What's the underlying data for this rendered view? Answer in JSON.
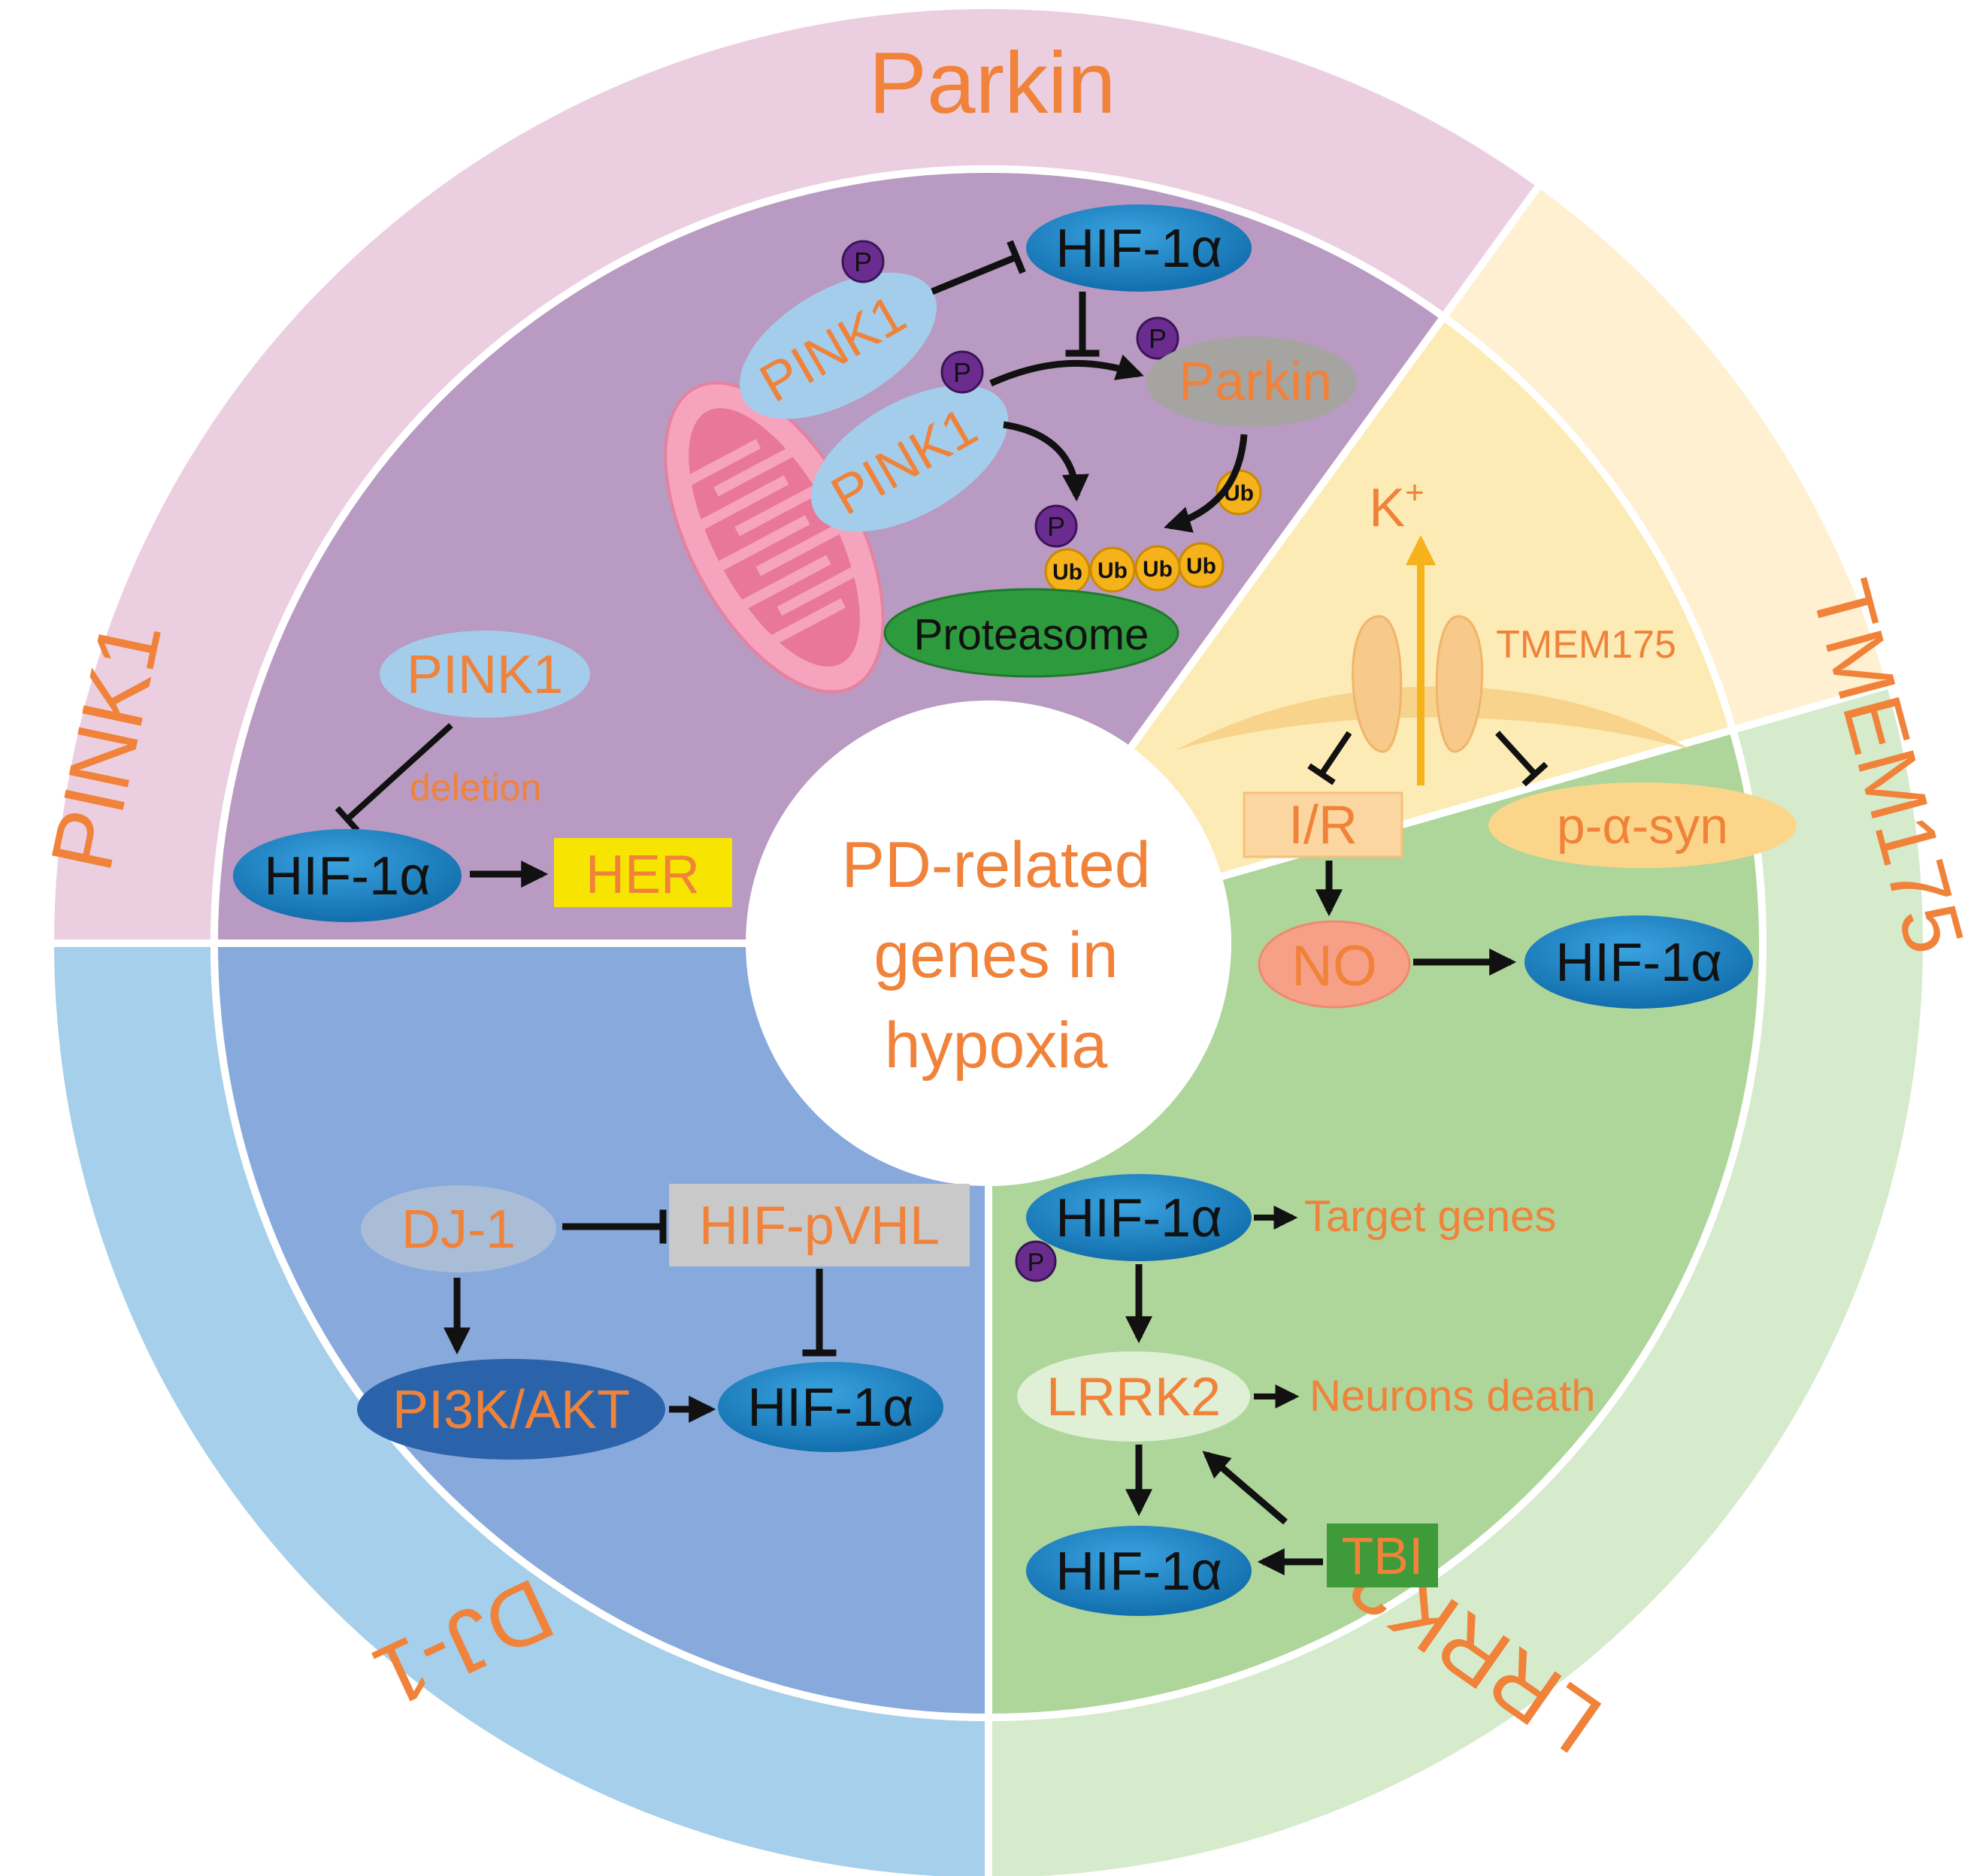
{
  "center": {
    "line1": "PD-related",
    "line2": "genes in",
    "line3": "hypoxia"
  },
  "outer_labels": {
    "parkin": "Parkin",
    "tmem175": "TMEM175",
    "lrrk2": "LRRK2",
    "dj1": "DJ-1",
    "pink1": "PINK1"
  },
  "parkin_panel": {
    "hif": "HIF-1α",
    "pink1_a": "PINK1",
    "pink1_b": "PINK1",
    "parkin": "Parkin",
    "p": "P",
    "ub": "Ub",
    "proteasome": "Proteasome"
  },
  "tmem175_panel": {
    "k": "K",
    "k_sup": "+",
    "channel": "TMEM175",
    "ir": "I/R",
    "syn": "p-α-syn",
    "no": "NO",
    "hif": "HIF-1α"
  },
  "lrrk2_panel": {
    "hif_top": "HIF-1α",
    "p": "P",
    "target": "Target genes",
    "lrrk2": "LRRK2",
    "death": "Neurons death",
    "hif_bottom": "HIF-1α",
    "tbi": "TBI"
  },
  "dj1_panel": {
    "dj1": "DJ-1",
    "pvhl": "HIF-pVHL",
    "pi3k": "PI3K/AKT",
    "hif": "HIF-1α"
  },
  "pink1_panel": {
    "pink1": "PINK1",
    "deletion": "deletion",
    "hif": "HIF-1α",
    "her": "HER"
  },
  "colors": {
    "parkin_outer": "#fde3d2",
    "parkin_inner": "#f7e0bd",
    "tmem_outer": "#fef0d0",
    "tmem_inner": "#fcebb4",
    "lrrk2_outer": "#d5ebcc",
    "lrrk2_inner": "#aed59a",
    "dj1_outer": "#a5cfea",
    "dj1_inner": "#87a9dc",
    "pink1_outer": "#ebcfe0",
    "pink1_inner": "#b89ac2",
    "text_orange": "#f0823a",
    "hif_blue": "#1f86c8"
  }
}
